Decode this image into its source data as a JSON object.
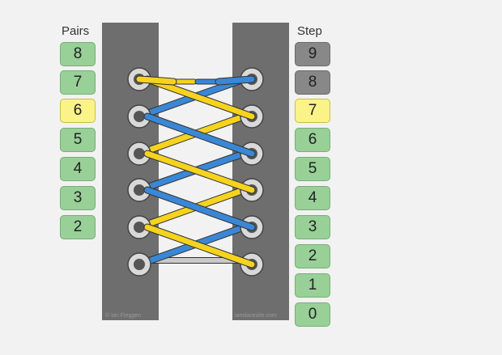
{
  "pairs": {
    "title": "Pairs",
    "selected": "6",
    "items": [
      "8",
      "7",
      "6",
      "5",
      "4",
      "3",
      "2"
    ]
  },
  "steps": {
    "title": "Step",
    "selected": "7",
    "items": [
      {
        "label": "9",
        "state": "todo"
      },
      {
        "label": "8",
        "state": "todo"
      },
      {
        "label": "7",
        "state": "selected"
      },
      {
        "label": "6",
        "state": "done"
      },
      {
        "label": "5",
        "state": "done"
      },
      {
        "label": "4",
        "state": "done"
      },
      {
        "label": "3",
        "state": "done"
      },
      {
        "label": "2",
        "state": "done"
      },
      {
        "label": "1",
        "state": "done"
      },
      {
        "label": "0",
        "state": "done"
      }
    ]
  },
  "colors": {
    "yellow_lace": "#f5d31e",
    "blue_lace": "#3a87d6",
    "gray_lace": "#c9c9c9",
    "shoe_panel": "#6e6e6e",
    "pair_button": "#98d098",
    "selected_button": "#f9f388",
    "future_step_button": "#888888"
  },
  "watermarks": {
    "left": "© Ian Fieggen",
    "right": "ianslacesite.com"
  }
}
